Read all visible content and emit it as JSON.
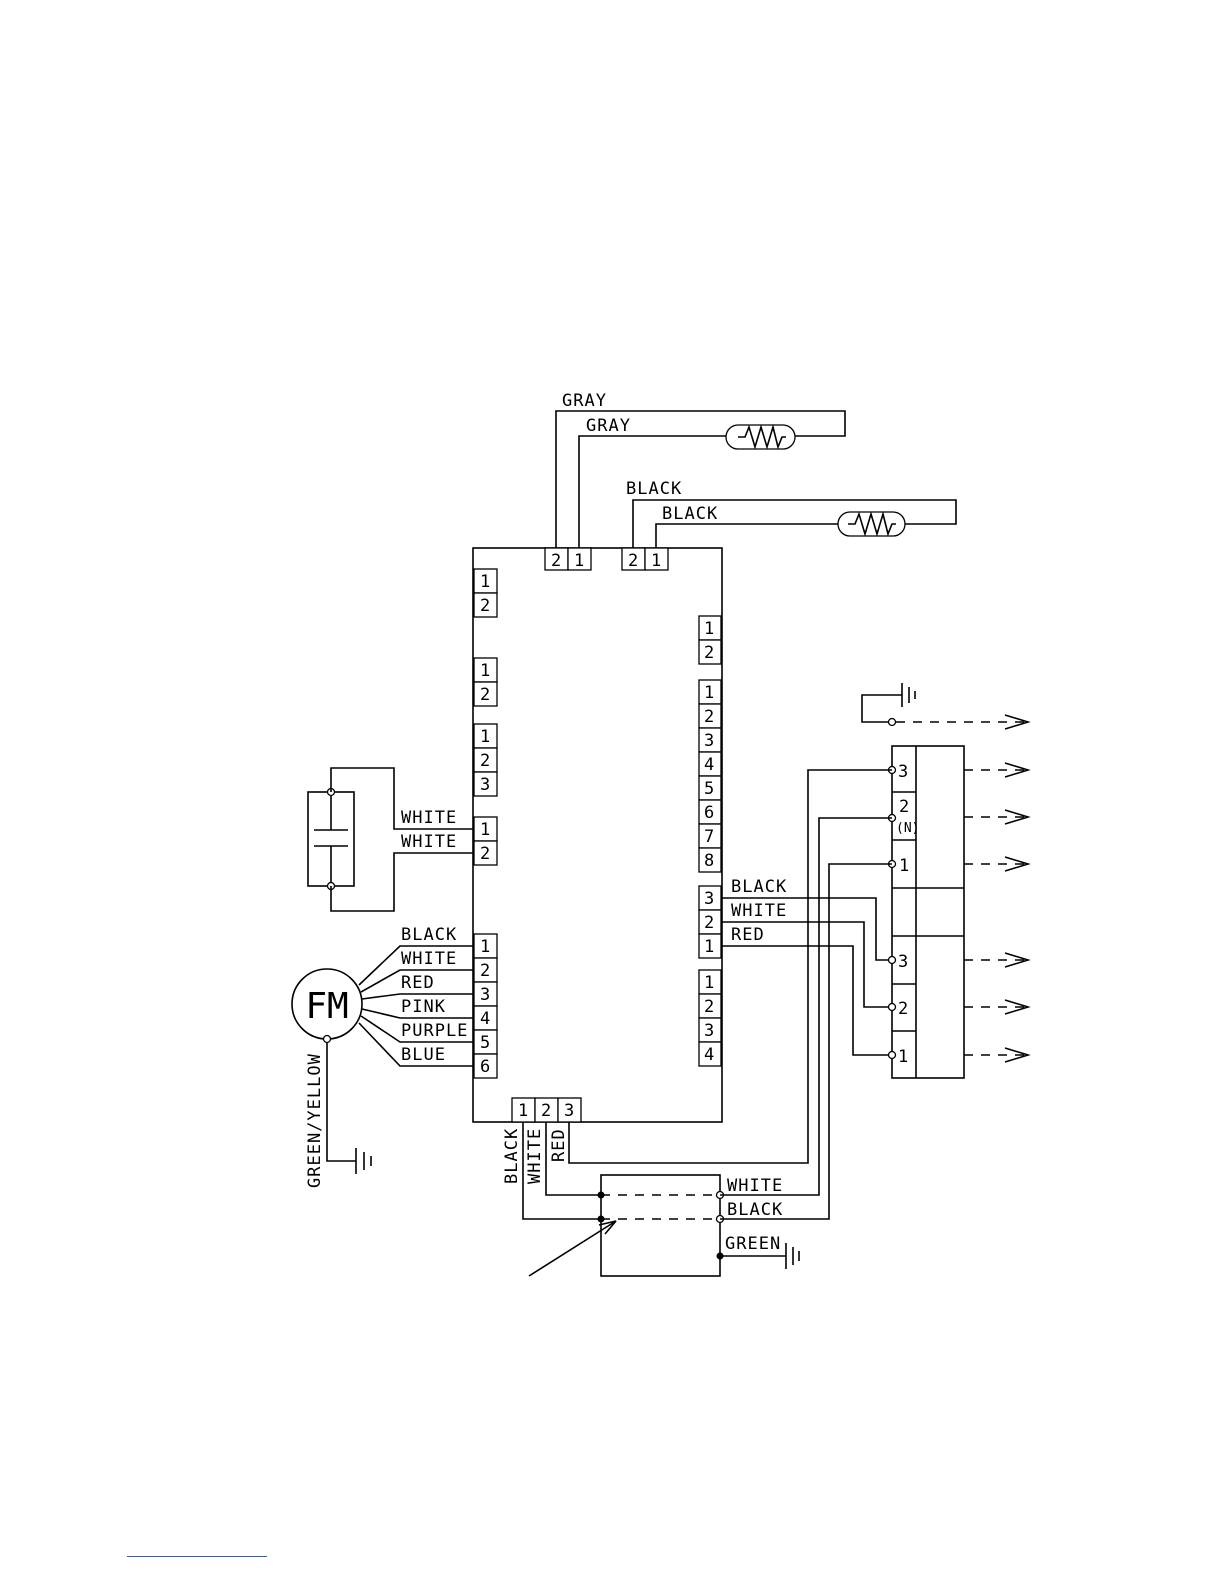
{
  "wires": {
    "gray_outer": "GRAY",
    "gray_inner": "GRAY",
    "black_outer": "BLACK",
    "black_inner": "BLACK",
    "cap_1": "WHITE",
    "cap_2": "WHITE",
    "motor": [
      "BLACK",
      "WHITE",
      "RED",
      "PINK",
      "PURPLE",
      "BLUE"
    ],
    "motor_ground": "GREEN/YELLOW",
    "out_3": "BLACK",
    "out_2": "WHITE",
    "out_1": "RED",
    "bottom": [
      "BLACK",
      "WHITE",
      "RED"
    ],
    "filter_white": "WHITE",
    "filter_black": "BLACK",
    "filter_green": "GREEN"
  },
  "connectors": {
    "top_left": [
      "2",
      "1"
    ],
    "top_right": [
      "2",
      "1"
    ],
    "left_a": [
      "1",
      "2"
    ],
    "left_b": [
      "1",
      "2"
    ],
    "left_c": [
      "1",
      "2",
      "3"
    ],
    "left_cap": [
      "1",
      "2"
    ],
    "left_motor": [
      "1",
      "2",
      "3",
      "4",
      "5",
      "6"
    ],
    "right_a": [
      "1",
      "2"
    ],
    "right_b": [
      "1",
      "2",
      "3",
      "4",
      "5",
      "6",
      "7",
      "8"
    ],
    "right_out": [
      "3",
      "2",
      "1"
    ],
    "right_c": [
      "1",
      "2",
      "3",
      "4"
    ],
    "bottom": [
      "1",
      "2",
      "3"
    ]
  },
  "motor_symbol": "FM",
  "terminal_upper": [
    "3",
    "2",
    "(N)",
    "1"
  ],
  "terminal_lower": [
    "3",
    "2",
    "1"
  ],
  "icons": {
    "ground": "ground-icon",
    "thermistor": "thermistor-icon",
    "capacitor": "capacitor-icon",
    "arrow": "arrow-right-icon"
  }
}
